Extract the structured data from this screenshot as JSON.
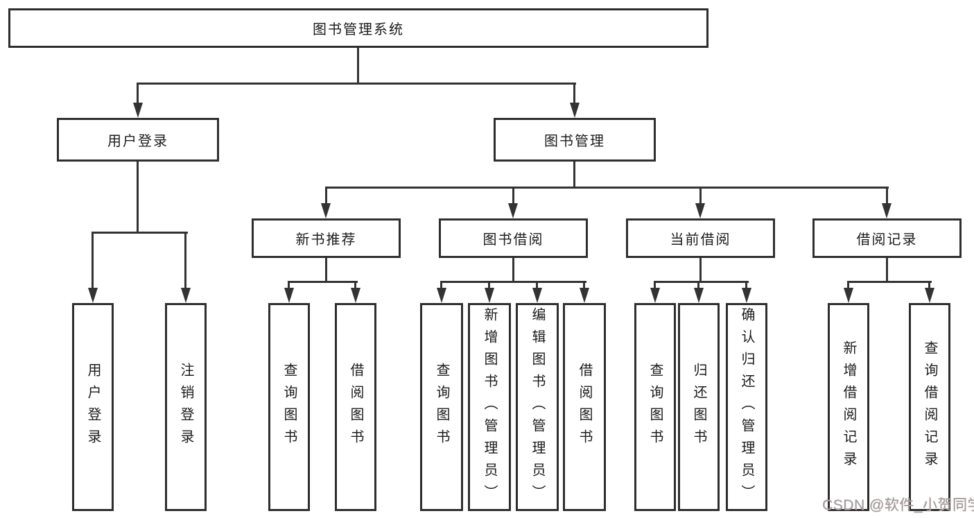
{
  "diagram": {
    "type": "tree",
    "root": {
      "label": "图书管理系统"
    },
    "branches": [
      {
        "label": "用户登录",
        "children": [
          {
            "label": "用户登录"
          },
          {
            "label": "注销登录"
          }
        ]
      },
      {
        "label": "图书管理",
        "children": [
          {
            "label": "新书推荐",
            "children": [
              {
                "label": "查询图书"
              },
              {
                "label": "借阅图书"
              }
            ]
          },
          {
            "label": "图书借阅",
            "children": [
              {
                "label": "查询图书"
              },
              {
                "label": "新增图书（管理员）"
              },
              {
                "label": "编辑图书（管理员）"
              },
              {
                "label": "借阅图书"
              }
            ]
          },
          {
            "label": "当前借阅",
            "children": [
              {
                "label": "查询图书"
              },
              {
                "label": "归还图书"
              },
              {
                "label": "确认归还（管理员）"
              }
            ]
          },
          {
            "label": "借阅记录",
            "children": [
              {
                "label": "新增借阅记录"
              },
              {
                "label": "查询借阅记录"
              }
            ]
          }
        ]
      }
    ]
  },
  "watermark": {
    "text": "CSDN @软件_小贺同学",
    "color": "#9e9e9e"
  },
  "colors": {
    "line": "#333333",
    "box_border": "#2e2e2e",
    "text": "#1b1b1b",
    "background": "#ffffff"
  }
}
